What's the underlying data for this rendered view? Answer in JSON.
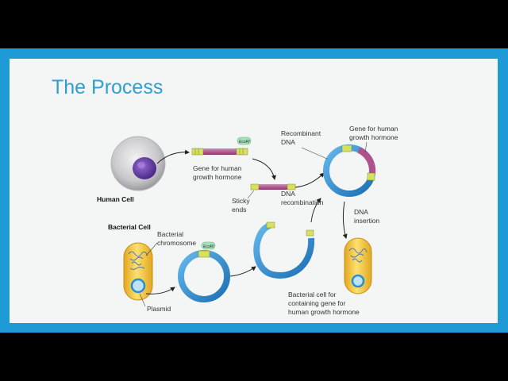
{
  "slide": {
    "title": "The Process"
  },
  "labels": {
    "human_cell": "Human Cell",
    "gene_human_gh": "Gene for human growth hormone",
    "gene_line1": "Gene for human",
    "gene_line2": "growth hormone",
    "recombinant_line1": "Recombinant",
    "recombinant_line2": "DNA",
    "gene_top_line1": "Gene for human",
    "gene_top_line2": "growth hormone",
    "sticky_line1": "Sticky",
    "sticky_line2": "ends",
    "dna_recomb_line1": "DNA",
    "dna_recomb_line2": "recombination",
    "dna_insert_line1": "DNA",
    "dna_insert_line2": "insertion",
    "bacterial_cell": "Bacterial Cell",
    "bact_chrom_line1": "Bacterial",
    "bact_chrom_line2": "chromosome",
    "plasmid": "Plasmid",
    "result_line1": "Bacterial cell for",
    "result_line2": "containing gene for",
    "result_line3": "human growth hormone",
    "enzyme": "EcoRI"
  },
  "colors": {
    "frame": "#1e9ad6",
    "slide_bg": "#f4f6f6",
    "title": "#2f9fd0",
    "plasmid_ring": "#2a8fd0",
    "gene_segment": "#b0508c",
    "sticky_end": "#d8e060",
    "bacterium": "#f0c830"
  }
}
